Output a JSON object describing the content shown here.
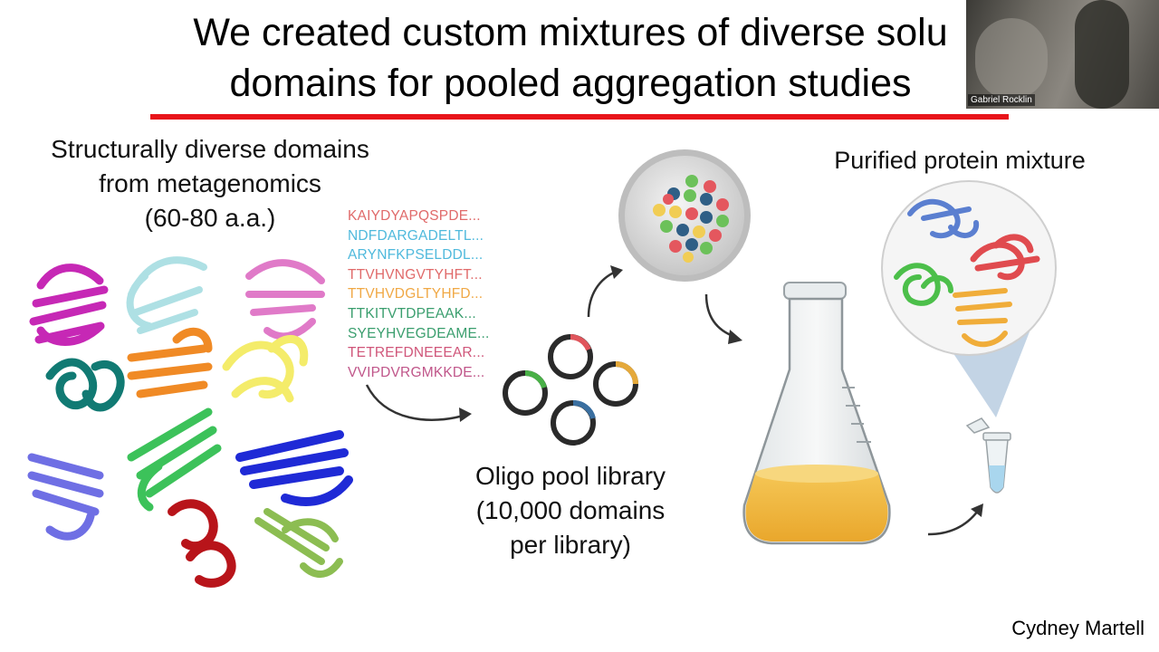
{
  "slide": {
    "title_line1": "We created custom mixtures of diverse solu",
    "title_line2": "domains for pooled aggregation studies",
    "left_heading_line1": "Structurally diverse domains",
    "left_heading_line2": "from metagenomics",
    "left_heading_line3": "(60-80 a.a.)",
    "oligo_line1": "Oligo pool library",
    "oligo_line2": "(10,000 domains",
    "oligo_line3": "per library)",
    "purified_label": "Purified protein mixture",
    "author": "Cydney Martell",
    "sequences": [
      {
        "text": "KAIYDYAPQSPDE...",
        "color": "#e06a6a"
      },
      {
        "text": "NDFDARGADELTL...",
        "color": "#4fb9dc"
      },
      {
        "text": "ARYNFKPSELDDL...",
        "color": "#4fb9dc"
      },
      {
        "text": "TTVHVNGVTYHFT...",
        "color": "#e06a6a"
      },
      {
        "text": "TTVHVDGLTYHFD...",
        "color": "#f0a845"
      },
      {
        "text": "TTKITVTDPEAAK...",
        "color": "#3a9e6e"
      },
      {
        "text": "SYEYHVEGDEAME...",
        "color": "#3a9e6e"
      },
      {
        "text": "TETREFDNEEEAR...",
        "color": "#d0567a"
      },
      {
        "text": "VVIPDVRGMKKDE...",
        "color": "#c0568a"
      }
    ]
  },
  "webcam": {
    "name": "Gabriel Rocklin"
  },
  "colors": {
    "accent_rule": "#e8141a",
    "media_liquid": "#f2b640"
  }
}
